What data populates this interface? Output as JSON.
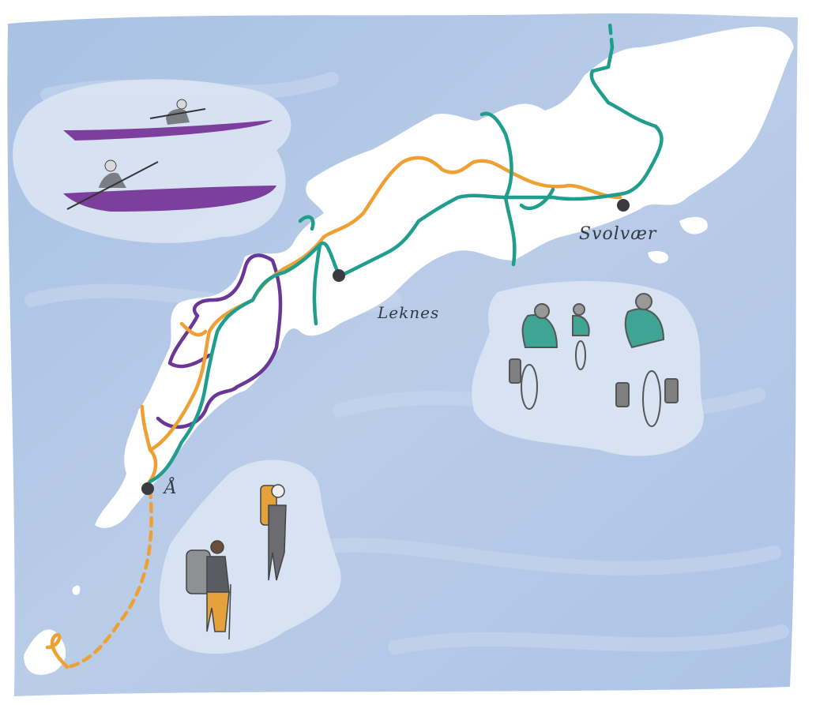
{
  "map": {
    "towns": [
      {
        "name": "Å"
      },
      {
        "name": "Leknes"
      },
      {
        "name": "Svolvær"
      }
    ],
    "colors": {
      "sea": "#b4c8e6",
      "land": "#ffffff",
      "route_orange": "#efa035",
      "route_teal": "#1f9e8e",
      "route_purple": "#6b3796",
      "town_dot": "#3a3a40",
      "vignette": "#dde6f3"
    },
    "vignettes": [
      "kayakers",
      "cyclists",
      "hikers"
    ]
  }
}
